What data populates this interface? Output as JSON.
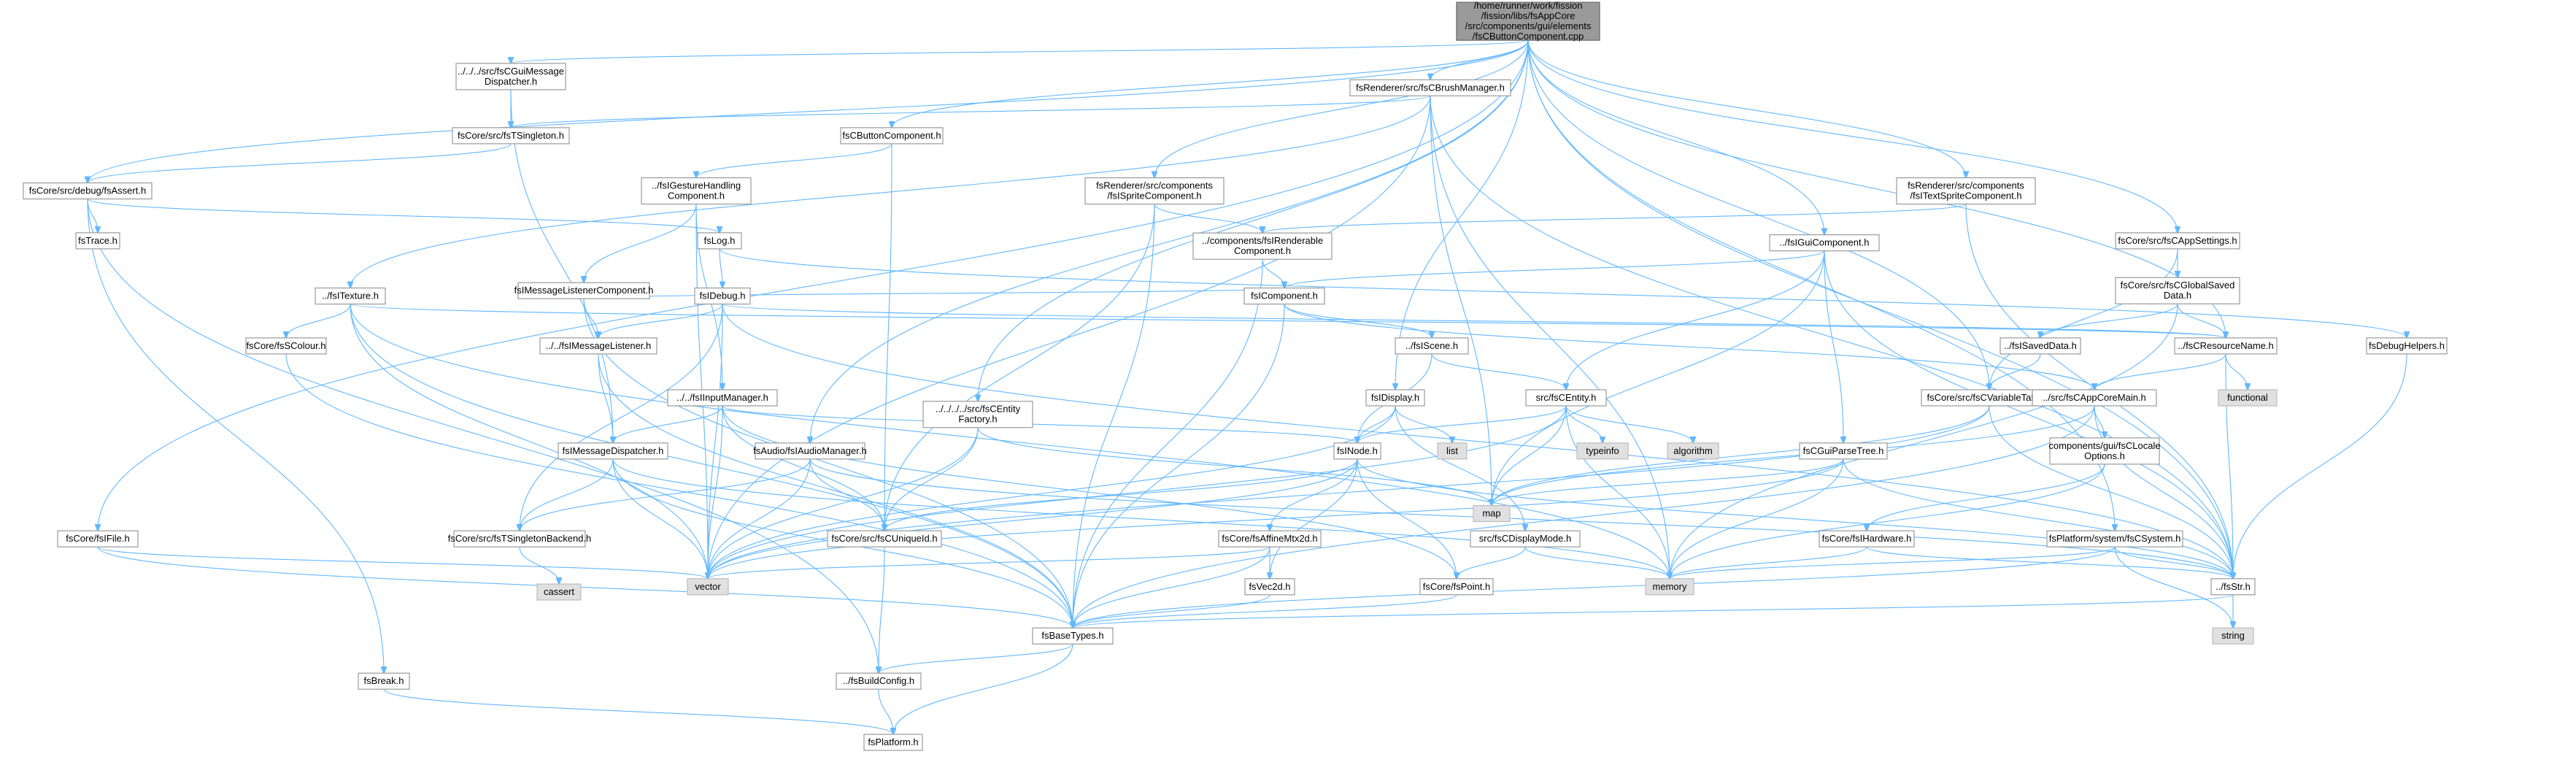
{
  "graph": {
    "root": [
      "/home/runner/work/fission",
      "/fission/libs/fsAppCore",
      "/src/components/gui/elements",
      "/fsCButtonComponent.cpp"
    ],
    "nodes": [
      {
        "id": "root",
        "lines": [
          "/home/runner/work/fission",
          "/fission/libs/fsAppCore",
          "/src/components/gui/elements",
          "/fsCButtonComponent.cpp"
        ],
        "kind": "root"
      },
      {
        "id": "guimsg",
        "lines": [
          "../../../src/fsCGuiMessage",
          "Dispatcher.h"
        ]
      },
      {
        "id": "brush",
        "lines": [
          "fsRenderer/src/fsCBrushManager.h"
        ]
      },
      {
        "id": "tsingleton",
        "lines": [
          "fsCore/src/fsTSingleton.h"
        ]
      },
      {
        "id": "buttoncomp",
        "lines": [
          "fsCButtonComponent.h"
        ]
      },
      {
        "id": "spritecomp",
        "lines": [
          "fsRenderer/src/components",
          "/fsISpriteComponent.h"
        ]
      },
      {
        "id": "textsprite",
        "lines": [
          "fsRenderer/src/components",
          "/fsITextSpriteComponent.h"
        ]
      },
      {
        "id": "appsettings",
        "lines": [
          "fsCore/src/fsCAppSettings.h"
        ]
      },
      {
        "id": "fsassert",
        "lines": [
          "fsCore/src/debug/fsAssert.h"
        ]
      },
      {
        "id": "gesture",
        "lines": [
          "../fsIGestureHandling",
          "Component.h"
        ]
      },
      {
        "id": "renderable",
        "lines": [
          "../components/fsIRenderable",
          "Component.h"
        ]
      },
      {
        "id": "guicomp",
        "lines": [
          "../fsIGuiComponent.h"
        ]
      },
      {
        "id": "globalsaved",
        "lines": [
          "fsCore/src/fsCGlobalSaved",
          "Data.h"
        ]
      },
      {
        "id": "fstrace",
        "lines": [
          "fsTrace.h"
        ]
      },
      {
        "id": "fslog",
        "lines": [
          "fsLog.h"
        ]
      },
      {
        "id": "msglistenercomp",
        "lines": [
          "fsIMessageListenerComponent.h"
        ]
      },
      {
        "id": "fscomponent",
        "lines": [
          "fsIComponent.h"
        ]
      },
      {
        "id": "texture",
        "lines": [
          "../fsITexture.h"
        ]
      },
      {
        "id": "fsdebug",
        "lines": [
          "fsIDebug.h"
        ]
      },
      {
        "id": "savedata",
        "lines": [
          "../fsISavedData.h"
        ]
      },
      {
        "id": "resourcename",
        "lines": [
          "../fsCResourceName.h"
        ]
      },
      {
        "id": "debughelpers",
        "lines": [
          "fsDebugHelpers.h"
        ]
      },
      {
        "id": "colour",
        "lines": [
          "fsCore/fsSColour.h"
        ]
      },
      {
        "id": "msglistener",
        "lines": [
          "../../fsIMessageListener.h"
        ]
      },
      {
        "id": "iscene",
        "lines": [
          "../fsIScene.h"
        ]
      },
      {
        "id": "functional",
        "lines": [
          "functional"
        ],
        "kind": "ext"
      },
      {
        "id": "inputmgr",
        "lines": [
          "../../fsIInputManager.h"
        ]
      },
      {
        "id": "fsdisplay",
        "lines": [
          "fsIDisplay.h"
        ]
      },
      {
        "id": "centity",
        "lines": [
          "src/fsCEntity.h"
        ]
      },
      {
        "id": "vartable",
        "lines": [
          "fsCore/src/fsCVariableTable.h"
        ]
      },
      {
        "id": "appcoremain",
        "lines": [
          "../src/fsCAppCoreMain.h"
        ]
      },
      {
        "id": "entityfactory",
        "lines": [
          "../../../../src/fsCEntity",
          "Factory.h"
        ]
      },
      {
        "id": "audiomgr",
        "lines": [
          "fsAudio/fsIAudioManager.h"
        ]
      },
      {
        "id": "msgdispatcher",
        "lines": [
          "fsIMessageDispatcher.h"
        ]
      },
      {
        "id": "list",
        "lines": [
          "list"
        ],
        "kind": "ext"
      },
      {
        "id": "fsnode",
        "lines": [
          "fsINode.h"
        ]
      },
      {
        "id": "typeinfo",
        "lines": [
          "typeinfo"
        ],
        "kind": "ext"
      },
      {
        "id": "algorithm",
        "lines": [
          "algorithm"
        ],
        "kind": "ext"
      },
      {
        "id": "guiparsetree",
        "lines": [
          "fsCGuiParseTree.h"
        ]
      },
      {
        "id": "localeopts",
        "lines": [
          "components/gui/fsCLocale",
          "Options.h"
        ]
      },
      {
        "id": "fsfile",
        "lines": [
          "fsCore/fsIFile.h"
        ]
      },
      {
        "id": "singletonbackend",
        "lines": [
          "fsCore/src/fsTSingletonBackend.h"
        ]
      },
      {
        "id": "uniqueid",
        "lines": [
          "fsCore/src/fsCUniqueId.h"
        ]
      },
      {
        "id": "affine",
        "lines": [
          "fsCore/fsAffineMtx2d.h"
        ]
      },
      {
        "id": "displaymode",
        "lines": [
          "src/fsCDisplayMode.h"
        ]
      },
      {
        "id": "map",
        "lines": [
          "map"
        ],
        "kind": "ext"
      },
      {
        "id": "hardware",
        "lines": [
          "fsCore/fsIHardware.h"
        ]
      },
      {
        "id": "csystem",
        "lines": [
          "fsPlatform/system/fsCSystem.h"
        ]
      },
      {
        "id": "cassert",
        "lines": [
          "cassert"
        ],
        "kind": "ext"
      },
      {
        "id": "vector",
        "lines": [
          "vector"
        ],
        "kind": "ext"
      },
      {
        "id": "vec2d",
        "lines": [
          "fsVec2d.h"
        ]
      },
      {
        "id": "point",
        "lines": [
          "fsCore/fsPoint.h"
        ]
      },
      {
        "id": "memory",
        "lines": [
          "memory"
        ],
        "kind": "ext"
      },
      {
        "id": "fsstr",
        "lines": [
          "../fsStr.h"
        ]
      },
      {
        "id": "string",
        "lines": [
          "string"
        ],
        "kind": "ext"
      },
      {
        "id": "basetypes",
        "lines": [
          "fsBaseTypes.h"
        ]
      },
      {
        "id": "fsbreak",
        "lines": [
          "fsBreak.h"
        ]
      },
      {
        "id": "buildconfig",
        "lines": [
          "../fsBuildConfig.h"
        ]
      },
      {
        "id": "platform",
        "lines": [
          "fsPlatform.h"
        ]
      }
    ],
    "edges": [
      [
        "root",
        "guimsg"
      ],
      [
        "root",
        "brush"
      ],
      [
        "root",
        "buttoncomp"
      ],
      [
        "root",
        "spritecomp"
      ],
      [
        "root",
        "textsprite"
      ],
      [
        "root",
        "appsettings"
      ],
      [
        "root",
        "fsassert"
      ],
      [
        "root",
        "guicomp"
      ],
      [
        "root",
        "resourcename"
      ],
      [
        "root",
        "fsdisplay"
      ],
      [
        "root",
        "vartable"
      ],
      [
        "root",
        "entityfactory"
      ],
      [
        "root",
        "audiomgr"
      ],
      [
        "root",
        "fsfile"
      ],
      [
        "root",
        "csystem"
      ],
      [
        "root",
        "fsstr"
      ],
      [
        "guimsg",
        "tsingleton"
      ],
      [
        "guimsg",
        "msgdispatcher"
      ],
      [
        "brush",
        "tsingleton"
      ],
      [
        "brush",
        "texture"
      ],
      [
        "brush",
        "vector"
      ],
      [
        "brush",
        "map"
      ],
      [
        "brush",
        "memory"
      ],
      [
        "brush",
        "fsstr"
      ],
      [
        "tsingleton",
        "fsassert"
      ],
      [
        "buttoncomp",
        "gesture"
      ],
      [
        "buttoncomp",
        "uniqueid"
      ],
      [
        "spritecomp",
        "renderable"
      ],
      [
        "spritecomp",
        "basetypes"
      ],
      [
        "spritecomp",
        "uniqueid"
      ],
      [
        "textsprite",
        "renderable"
      ],
      [
        "textsprite",
        "fsstr"
      ],
      [
        "appsettings",
        "globalsaved"
      ],
      [
        "appsettings",
        "vartable"
      ],
      [
        "fsassert",
        "fstrace"
      ],
      [
        "fsassert",
        "fslog"
      ],
      [
        "fsassert",
        "fsbreak"
      ],
      [
        "fsassert",
        "buildconfig"
      ],
      [
        "gesture",
        "msglistenercomp"
      ],
      [
        "gesture",
        "inputmgr"
      ],
      [
        "gesture",
        "vector"
      ],
      [
        "renderable",
        "fscomponent"
      ],
      [
        "renderable",
        "basetypes"
      ],
      [
        "guicomp",
        "fscomponent"
      ],
      [
        "guicomp",
        "centity"
      ],
      [
        "guicomp",
        "guiparsetree"
      ],
      [
        "guicomp",
        "map"
      ],
      [
        "guicomp",
        "fsstr"
      ],
      [
        "globalsaved",
        "savedata"
      ],
      [
        "globalsaved",
        "resourcename"
      ],
      [
        "globalsaved",
        "memory"
      ],
      [
        "fslog",
        "fsdebug"
      ],
      [
        "fslog",
        "debughelpers"
      ],
      [
        "msglistenercomp",
        "fscomponent"
      ],
      [
        "msglistenercomp",
        "msglistener"
      ],
      [
        "msglistenercomp",
        "basetypes"
      ],
      [
        "fscomponent",
        "iscene"
      ],
      [
        "fscomponent",
        "appcoremain"
      ],
      [
        "fscomponent",
        "basetypes"
      ],
      [
        "texture",
        "colour"
      ],
      [
        "texture",
        "resourcename"
      ],
      [
        "texture",
        "vector"
      ],
      [
        "texture",
        "basetypes"
      ],
      [
        "texture",
        "memory"
      ],
      [
        "fsdebug",
        "msglistener"
      ],
      [
        "fsdebug",
        "resourcename"
      ],
      [
        "fsdebug",
        "singletonbackend"
      ],
      [
        "fsdebug",
        "vector"
      ],
      [
        "fsdebug",
        "fsstr"
      ],
      [
        "savedata",
        "vartable"
      ],
      [
        "resourcename",
        "functional"
      ],
      [
        "resourcename",
        "fsstr"
      ],
      [
        "resourcename",
        "appcoremain"
      ],
      [
        "debughelpers",
        "fsstr"
      ],
      [
        "colour",
        "basetypes"
      ],
      [
        "msglistener",
        "msgdispatcher"
      ],
      [
        "msglistener",
        "basetypes"
      ],
      [
        "iscene",
        "centity"
      ],
      [
        "iscene",
        "fsnode"
      ],
      [
        "inputmgr",
        "msgdispatcher"
      ],
      [
        "inputmgr",
        "fsnode"
      ],
      [
        "inputmgr",
        "point"
      ],
      [
        "inputmgr",
        "uniqueid"
      ],
      [
        "inputmgr",
        "vector"
      ],
      [
        "fsdisplay",
        "fsnode"
      ],
      [
        "fsdisplay",
        "list"
      ],
      [
        "fsdisplay",
        "displaymode"
      ],
      [
        "fsdisplay",
        "vector"
      ],
      [
        "centity",
        "fsnode"
      ],
      [
        "centity",
        "typeinfo"
      ],
      [
        "centity",
        "algorithm"
      ],
      [
        "centity",
        "map"
      ],
      [
        "centity",
        "vector"
      ],
      [
        "centity",
        "memory"
      ],
      [
        "vartable",
        "map"
      ],
      [
        "vartable",
        "vector"
      ],
      [
        "vartable",
        "fsstr"
      ],
      [
        "appcoremain",
        "localeopts"
      ],
      [
        "appcoremain",
        "fsstr"
      ],
      [
        "appcoremain",
        "map"
      ],
      [
        "appcoremain",
        "basetypes"
      ],
      [
        "entityfactory",
        "uniqueid"
      ],
      [
        "entityfactory",
        "map"
      ],
      [
        "entityfactory",
        "vector"
      ],
      [
        "audiomgr",
        "singletonbackend"
      ],
      [
        "audiomgr",
        "uniqueid"
      ],
      [
        "audiomgr",
        "vector"
      ],
      [
        "audiomgr",
        "fsstr"
      ],
      [
        "msgdispatcher",
        "singletonbackend"
      ],
      [
        "msgdispatcher",
        "vector"
      ],
      [
        "msgdispatcher",
        "basetypes"
      ],
      [
        "msgdispatcher",
        "memory"
      ],
      [
        "fsnode",
        "affine"
      ],
      [
        "fsnode",
        "uniqueid"
      ],
      [
        "fsnode",
        "vec2d"
      ],
      [
        "fsnode",
        "point"
      ],
      [
        "fsnode",
        "vector"
      ],
      [
        "fsnode",
        "fsstr"
      ],
      [
        "guiparsetree",
        "map"
      ],
      [
        "guiparsetree",
        "memory"
      ],
      [
        "guiparsetree",
        "vector"
      ],
      [
        "guiparsetree",
        "fsstr"
      ],
      [
        "localeopts",
        "hardware"
      ],
      [
        "localeopts",
        "memory"
      ],
      [
        "fsfile",
        "basetypes"
      ],
      [
        "fsfile",
        "vector"
      ],
      [
        "singletonbackend",
        "cassert"
      ],
      [
        "uniqueid",
        "buildconfig"
      ],
      [
        "affine",
        "vec2d"
      ],
      [
        "affine",
        "basetypes"
      ],
      [
        "affine",
        "vector"
      ],
      [
        "displaymode",
        "point"
      ],
      [
        "displaymode",
        "memory"
      ],
      [
        "hardware",
        "memory"
      ],
      [
        "hardware",
        "fsstr"
      ],
      [
        "csystem",
        "basetypes"
      ],
      [
        "csystem",
        "fsstr"
      ],
      [
        "csystem",
        "memory"
      ],
      [
        "csystem",
        "string"
      ],
      [
        "vec2d",
        "basetypes"
      ],
      [
        "point",
        "basetypes"
      ],
      [
        "fsstr",
        "basetypes"
      ],
      [
        "fsstr",
        "string"
      ],
      [
        "basetypes",
        "buildconfig"
      ],
      [
        "basetypes",
        "platform"
      ],
      [
        "fsbreak",
        "platform"
      ],
      [
        "buildconfig",
        "platform"
      ]
    ]
  }
}
